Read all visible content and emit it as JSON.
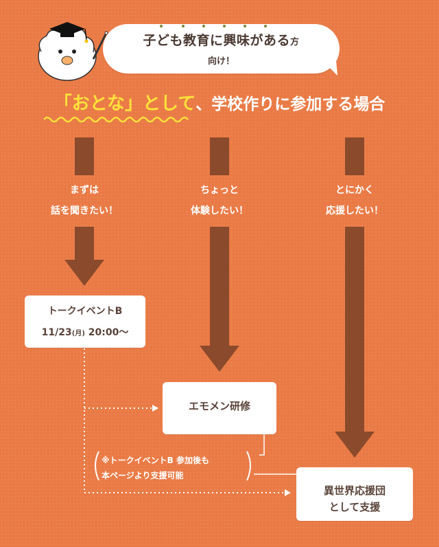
{
  "bubble": {
    "line1_main": "子ども教育に興味がある",
    "line1_small": "方",
    "line2": "向け！"
  },
  "heading": {
    "highlight": "「おとな」として",
    "rest": "、学校作りに参加する場合"
  },
  "columns": [
    {
      "line1": "まずは",
      "line2": "話を聞きたい！"
    },
    {
      "line1": "ちょっと",
      "line2": "体験したい！"
    },
    {
      "line1": "とにかく",
      "line2": "応援したい！"
    }
  ],
  "event": {
    "title": "トークイベントB",
    "date_pre": "11/23",
    "date_paren": "(月)",
    "date_post": " 20:00〜"
  },
  "emo": {
    "label": "エモメン研修"
  },
  "support": {
    "line1": "異世界応援団",
    "line2": "として支援"
  },
  "note": {
    "line1": "※トークイベントB 参加後も",
    "line2": "本ページより支援可能"
  },
  "colors": {
    "background": "#ea7a45",
    "arrow": "#8a4a2b",
    "highlight": "#ffe23b",
    "box_text": "#5a4339"
  }
}
